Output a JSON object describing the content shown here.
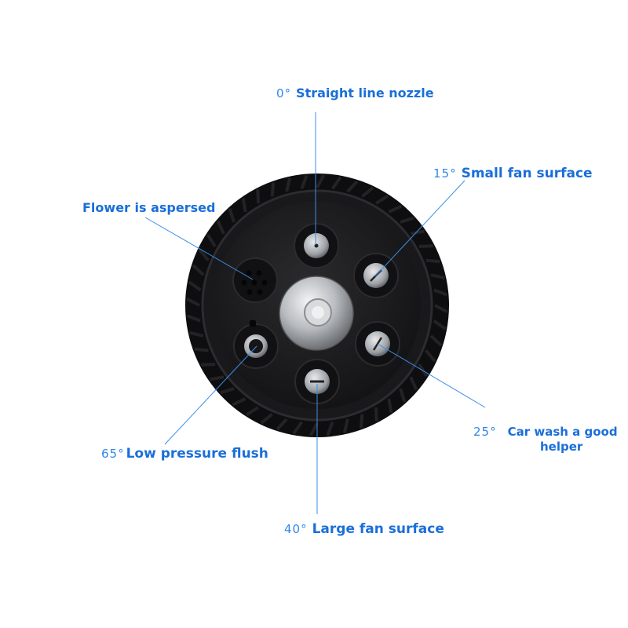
{
  "colors": {
    "label_text": "#1a6fd8",
    "degree_text": "#2f86e8",
    "leader_line": "#3a8fe6",
    "body_dark": "#1c1c1e",
    "rim": "#101012",
    "metal": "#c9ccd0"
  },
  "labels": [
    {
      "id": "straight",
      "degree": "0°",
      "name": "Straight line nozzle"
    },
    {
      "id": "small_fan",
      "degree": "15°",
      "name": "Small fan surface"
    },
    {
      "id": "flower",
      "degree": "",
      "name": "Flower is aspersed"
    },
    {
      "id": "car_wash",
      "degree": "25°",
      "name": "Car wash a good",
      "name2": "helper"
    },
    {
      "id": "low_pressure",
      "degree": "65°",
      "name": "Low pressure flush"
    },
    {
      "id": "large_fan",
      "degree": "40°",
      "name": "Large fan surface"
    }
  ],
  "product": {
    "icon": "spray-nozzle-head",
    "nozzle_count": 6
  }
}
